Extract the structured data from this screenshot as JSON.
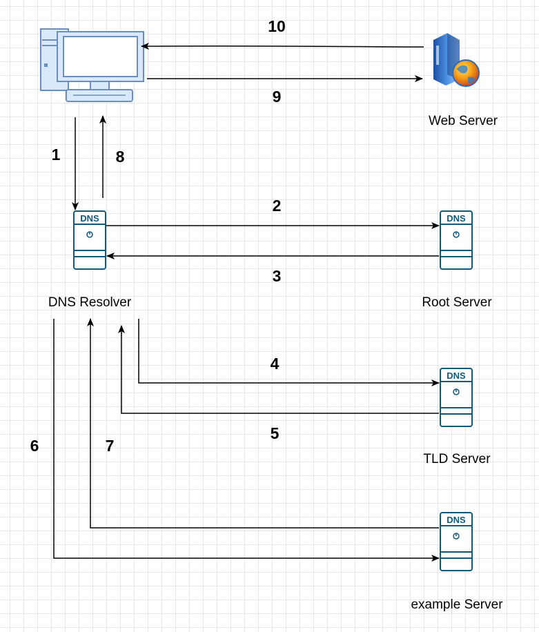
{
  "nodes": {
    "client": {
      "name": "computer-icon"
    },
    "web_server": {
      "label": "Web Server",
      "icon": "web-server-icon"
    },
    "dns_resolver": {
      "label": "DNS Resolver",
      "icon": "dns-server-icon",
      "badge": "DNS"
    },
    "root_server": {
      "label": "Root Server",
      "icon": "dns-server-icon",
      "badge": "DNS"
    },
    "tld_server": {
      "label": "TLD Server",
      "icon": "dns-server-icon",
      "badge": "DNS"
    },
    "example_server": {
      "label": "example Server",
      "icon": "dns-server-icon",
      "badge": "DNS"
    }
  },
  "steps": {
    "s1": "1",
    "s2": "2",
    "s3": "3",
    "s4": "4",
    "s5": "5",
    "s6": "6",
    "s7": "7",
    "s8": "8",
    "s9": "9",
    "s10": "10"
  },
  "colors": {
    "dns_blue": "#10597a",
    "computer_stroke": "#6c8ebf",
    "computer_fill": "#dae8fc",
    "arrow": "#000000"
  }
}
